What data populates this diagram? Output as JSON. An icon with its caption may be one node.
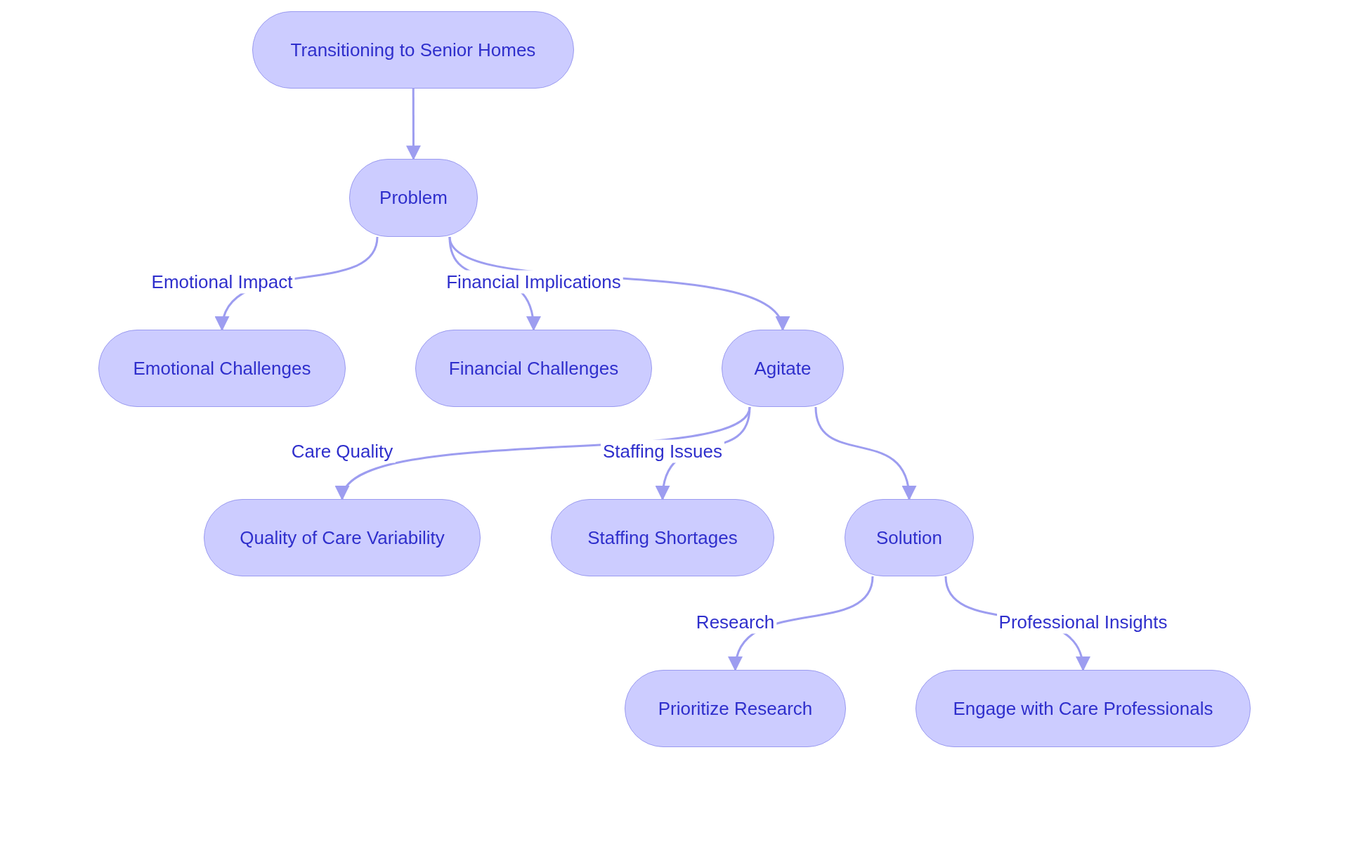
{
  "diagram": {
    "nodes": [
      {
        "text": [
          "Transitioning to Senior Homes"
        ]
      },
      {
        "text": [
          "Problem"
        ]
      },
      {
        "text": [
          "Emotional Challenges"
        ]
      },
      {
        "text": [
          "Financial Challenges"
        ]
      },
      {
        "text": [
          "Agitate"
        ]
      },
      {
        "text": [
          "Quality of Care Variability"
        ]
      },
      {
        "text": [
          "Staffing Shortages"
        ]
      },
      {
        "text": [
          "Solution"
        ]
      },
      {
        "text": [
          "Prioritize Research"
        ]
      },
      {
        "text": [
          "Engage with Care Professionals"
        ]
      }
    ],
    "edges": [
      {
        "from": 0,
        "to": 1,
        "arrow": "to"
      },
      {
        "from": 1,
        "to": 2,
        "arrow": "to",
        "label": "Emotional Impact"
      },
      {
        "from": 1,
        "to": 3,
        "arrow": "to",
        "label": "Financial Implications"
      },
      {
        "from": 1,
        "to": 4,
        "arrow": "to"
      },
      {
        "from": 4,
        "to": 5,
        "arrow": "to",
        "label": "Care Quality"
      },
      {
        "from": 4,
        "to": 6,
        "arrow": "to",
        "label": "Staffing Issues"
      },
      {
        "from": 4,
        "to": 7,
        "arrow": "to"
      },
      {
        "from": 7,
        "to": 8,
        "arrow": "to",
        "label": "Research"
      },
      {
        "from": 7,
        "to": 9,
        "arrow": "to",
        "label": "Professional Insights"
      }
    ]
  }
}
